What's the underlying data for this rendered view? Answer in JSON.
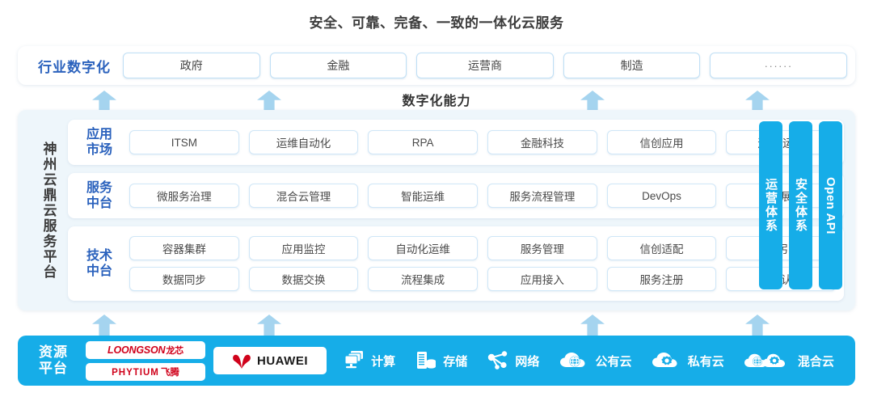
{
  "title": "安全、可靠、完备、一致的一体化云服务",
  "industry": {
    "label": "行业数字化",
    "items": [
      "政府",
      "金融",
      "运营商",
      "制造",
      "······"
    ]
  },
  "capability_label": "数字化能力",
  "platform": {
    "vertical_label": "神州云鼎云服务平台",
    "layers": [
      {
        "label_line1": "应用",
        "label_line2": "市场",
        "items": [
          "ITSM",
          "运维自动化",
          "RPA",
          "金融科技",
          "信创应用",
          "运维/运营"
        ]
      },
      {
        "label_line1": "服务",
        "label_line2": "中台",
        "items": [
          "微服务治理",
          "混合云管理",
          "智能运维",
          "服务流程管理",
          "DevOps",
          "大屏展示"
        ]
      },
      {
        "label_line1": "技术",
        "label_line2": "中台",
        "row1": [
          "容器集群",
          "应用监控",
          "自动化运维",
          "服务管理",
          "信创适配",
          "流程引擎"
        ],
        "row2": [
          "数据同步",
          "数据交换",
          "流程集成",
          "应用接入",
          "服务注册",
          "统一认证"
        ]
      }
    ],
    "vtabs": [
      {
        "text": "运营体系",
        "latin": false
      },
      {
        "text": "安全体系",
        "latin": false
      },
      {
        "text": "Open API",
        "latin": true
      }
    ]
  },
  "resource": {
    "label_line1": "资源",
    "label_line2": "平台",
    "logos": [
      {
        "name": "loongson",
        "latin": "LOONGSON",
        "cn": "龙芯"
      },
      {
        "name": "phytium",
        "latin": "PHYTIUM",
        "cn": "飞腾"
      },
      {
        "name": "huawei",
        "latin": "HUAWEI",
        "cn": ""
      }
    ],
    "items": [
      {
        "icon": "compute-icon",
        "label": "计算"
      },
      {
        "icon": "storage-icon",
        "label": "存储"
      },
      {
        "icon": "network-icon",
        "label": "网络"
      },
      {
        "icon": "public-cloud-icon",
        "label": "公有云"
      },
      {
        "icon": "private-cloud-icon",
        "label": "私有云"
      },
      {
        "icon": "hybrid-cloud-icon",
        "label": "混合云"
      }
    ]
  },
  "colors": {
    "brand_blue": "#16ade8",
    "arrow_blue": "#a5d4ef",
    "label_blue": "#2b62bd",
    "panel_bg": "#eef6fb",
    "logo_red": "#d0021b"
  }
}
